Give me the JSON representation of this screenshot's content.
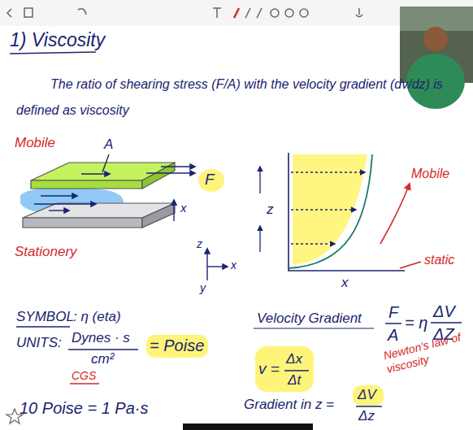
{
  "diagram": {
    "title": "1) Viscosity",
    "labels": [
      "The ratio of shearing stress (F/A) with the velocity gradient (dv/dz) is defined as viscosity",
      "Mobile",
      "A",
      "F",
      "x",
      "Stationery",
      "z",
      "x",
      "y",
      "z",
      "x",
      "Mobile",
      "static",
      "SYMBOL",
      ": η (eta)",
      "UNITS:",
      "Dynes · s",
      "cm²",
      "= Poise",
      "CGS",
      "10 Poise = 1 Pa·s",
      "Velocity Gradient",
      "v =",
      "Δx",
      "Δt",
      "Gradient in z =",
      "ΔV",
      "Δz",
      "F",
      "A",
      "= η",
      "ΔV",
      "ΔZ",
      "Newton's law of viscosity"
    ]
  }
}
